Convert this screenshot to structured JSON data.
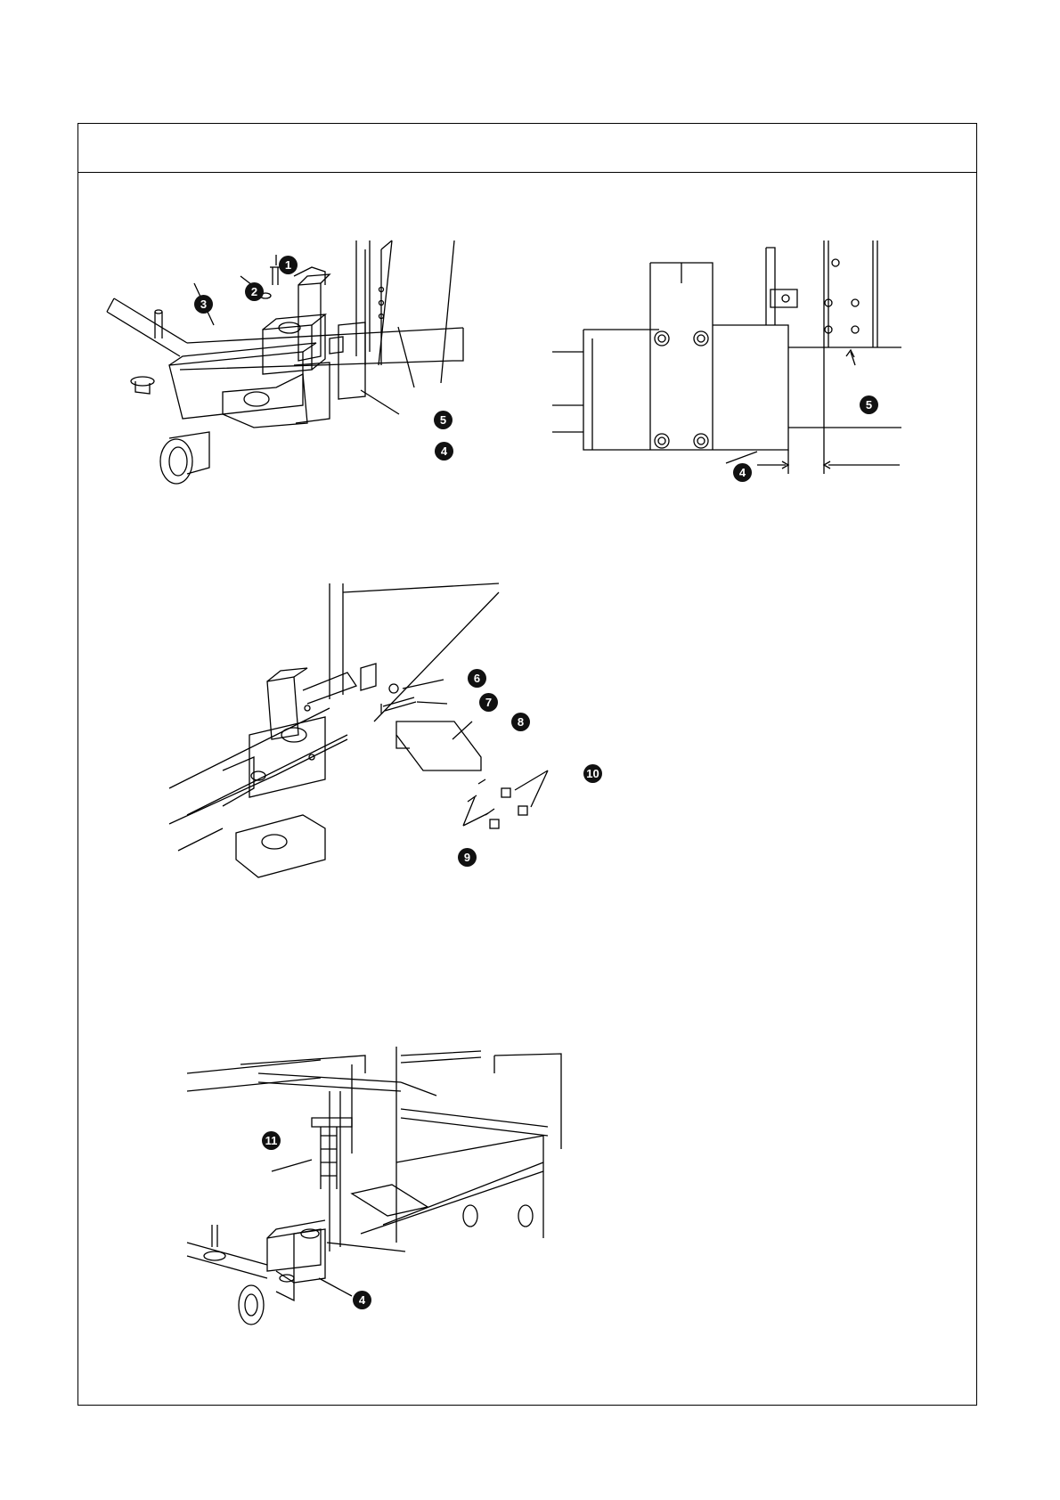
{
  "callouts": {
    "c1": "1",
    "c2": "2",
    "c3": "3",
    "c4a": "4",
    "c5a": "5",
    "c4b": "4",
    "c5b": "5",
    "c6": "6",
    "c7": "7",
    "c8": "8",
    "c9": "9",
    "c10": "10",
    "c11": "11",
    "c4c": "4"
  }
}
